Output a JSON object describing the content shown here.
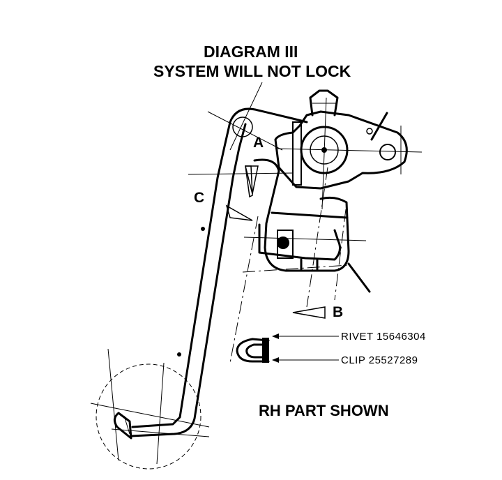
{
  "diagram": {
    "title_line1": "DIAGRAM III",
    "title_line2": "SYSTEM WILL NOT LOCK",
    "labels": {
      "a": "A",
      "b": "B",
      "c": "C"
    },
    "callouts": {
      "rivet": "RIVET 15646304",
      "clip": "CLIP 25527289"
    },
    "note": "RH PART SHOWN"
  }
}
